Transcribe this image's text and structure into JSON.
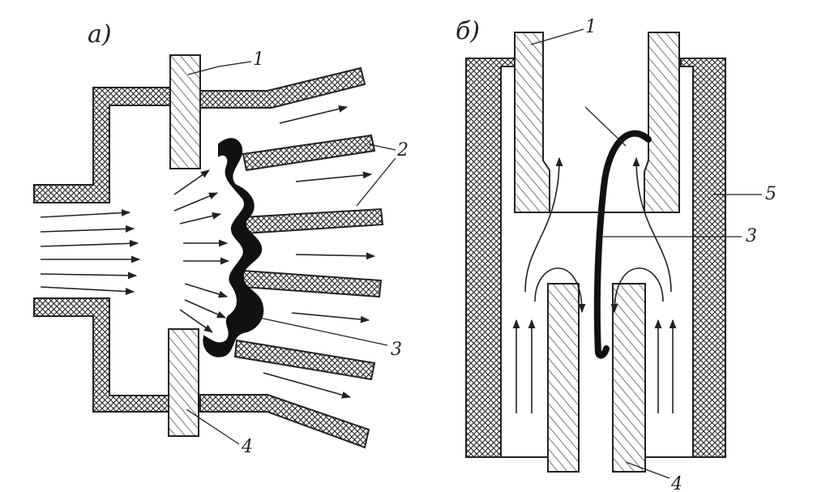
{
  "panels": {
    "a": {
      "label": "а)"
    },
    "b": {
      "label": "б)"
    }
  },
  "callouts_a": [
    "1",
    "2",
    "3",
    "4"
  ],
  "callouts_b": [
    "1",
    "3",
    "4",
    "5"
  ],
  "colors": {
    "ink": "#222222",
    "paper": "#ffffff",
    "deposit": "#111111"
  }
}
